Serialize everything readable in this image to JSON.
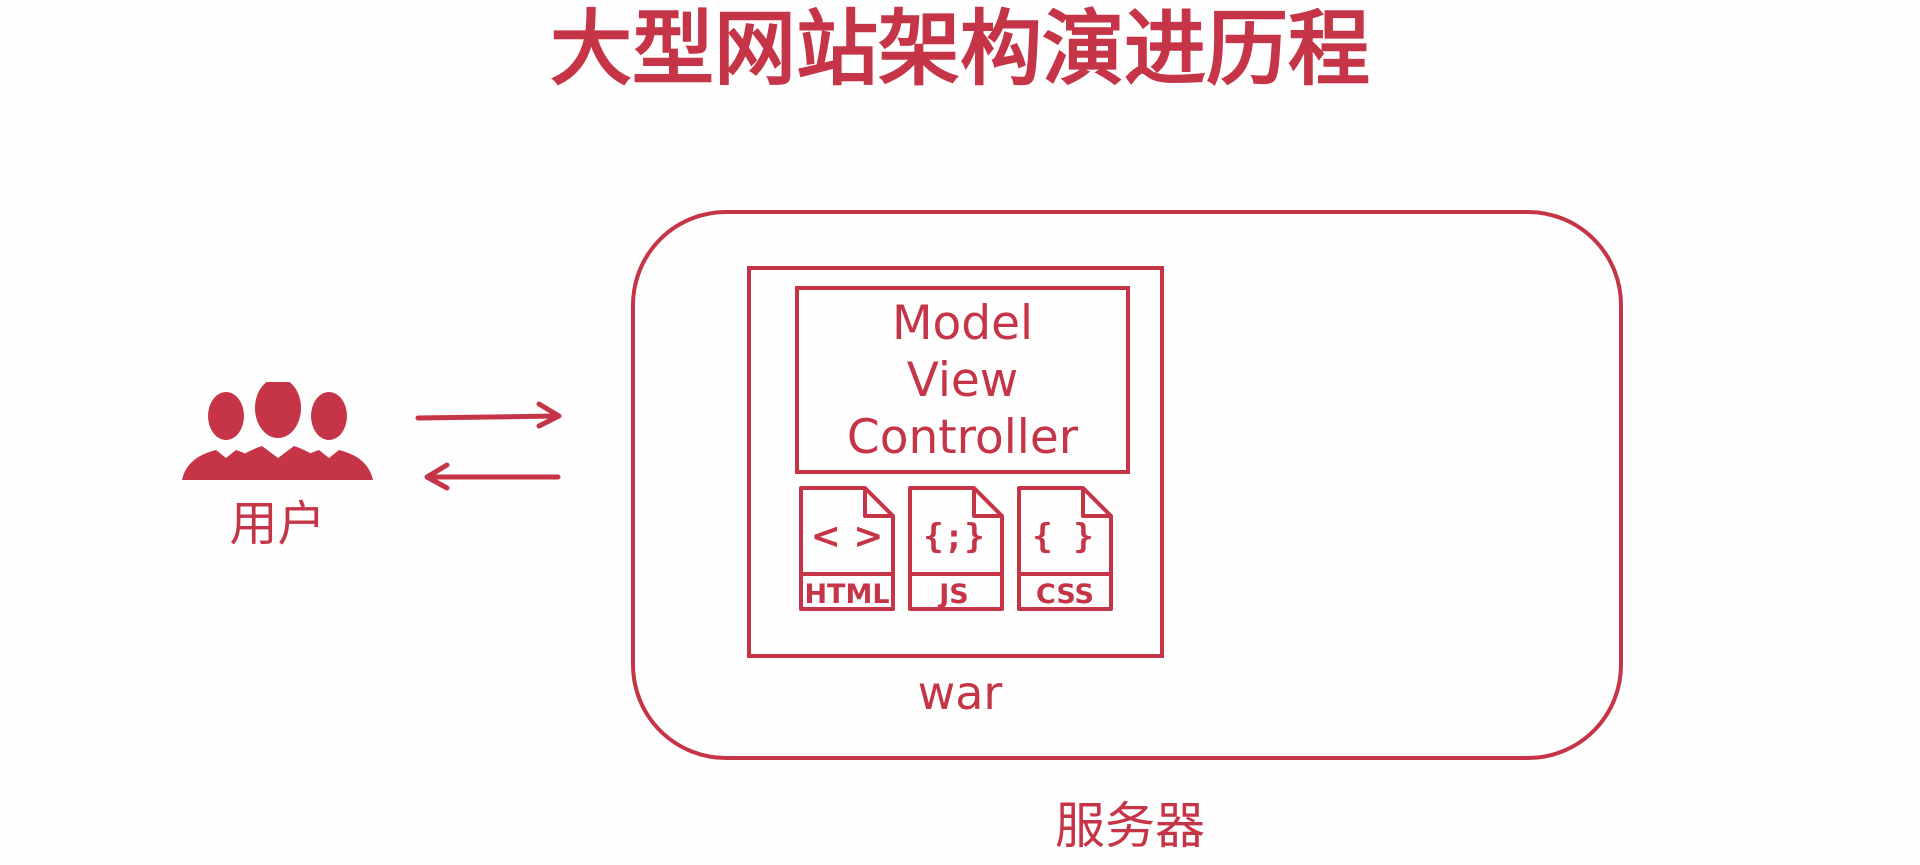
{
  "title": "大型网站架构演进历程",
  "users": {
    "label": "用户",
    "icon": "users-group-icon"
  },
  "flow": {
    "request_arrow_icon": "arrow-right-icon",
    "response_arrow_icon": "arrow-left-icon"
  },
  "server": {
    "label": "服务器",
    "war": {
      "label": "war",
      "mvc": {
        "line1": "Model",
        "line2": "View",
        "line3": "Controller"
      },
      "files": [
        {
          "label": "HTML",
          "symbol": "< >",
          "icon": "html-file-icon"
        },
        {
          "label": "JS",
          "symbol": "{;}",
          "icon": "js-file-icon"
        },
        {
          "label": "CSS",
          "symbol": "{ }",
          "icon": "css-file-icon"
        }
      ]
    }
  },
  "colors": {
    "accent": "#c53447",
    "background": "#fefefe"
  }
}
